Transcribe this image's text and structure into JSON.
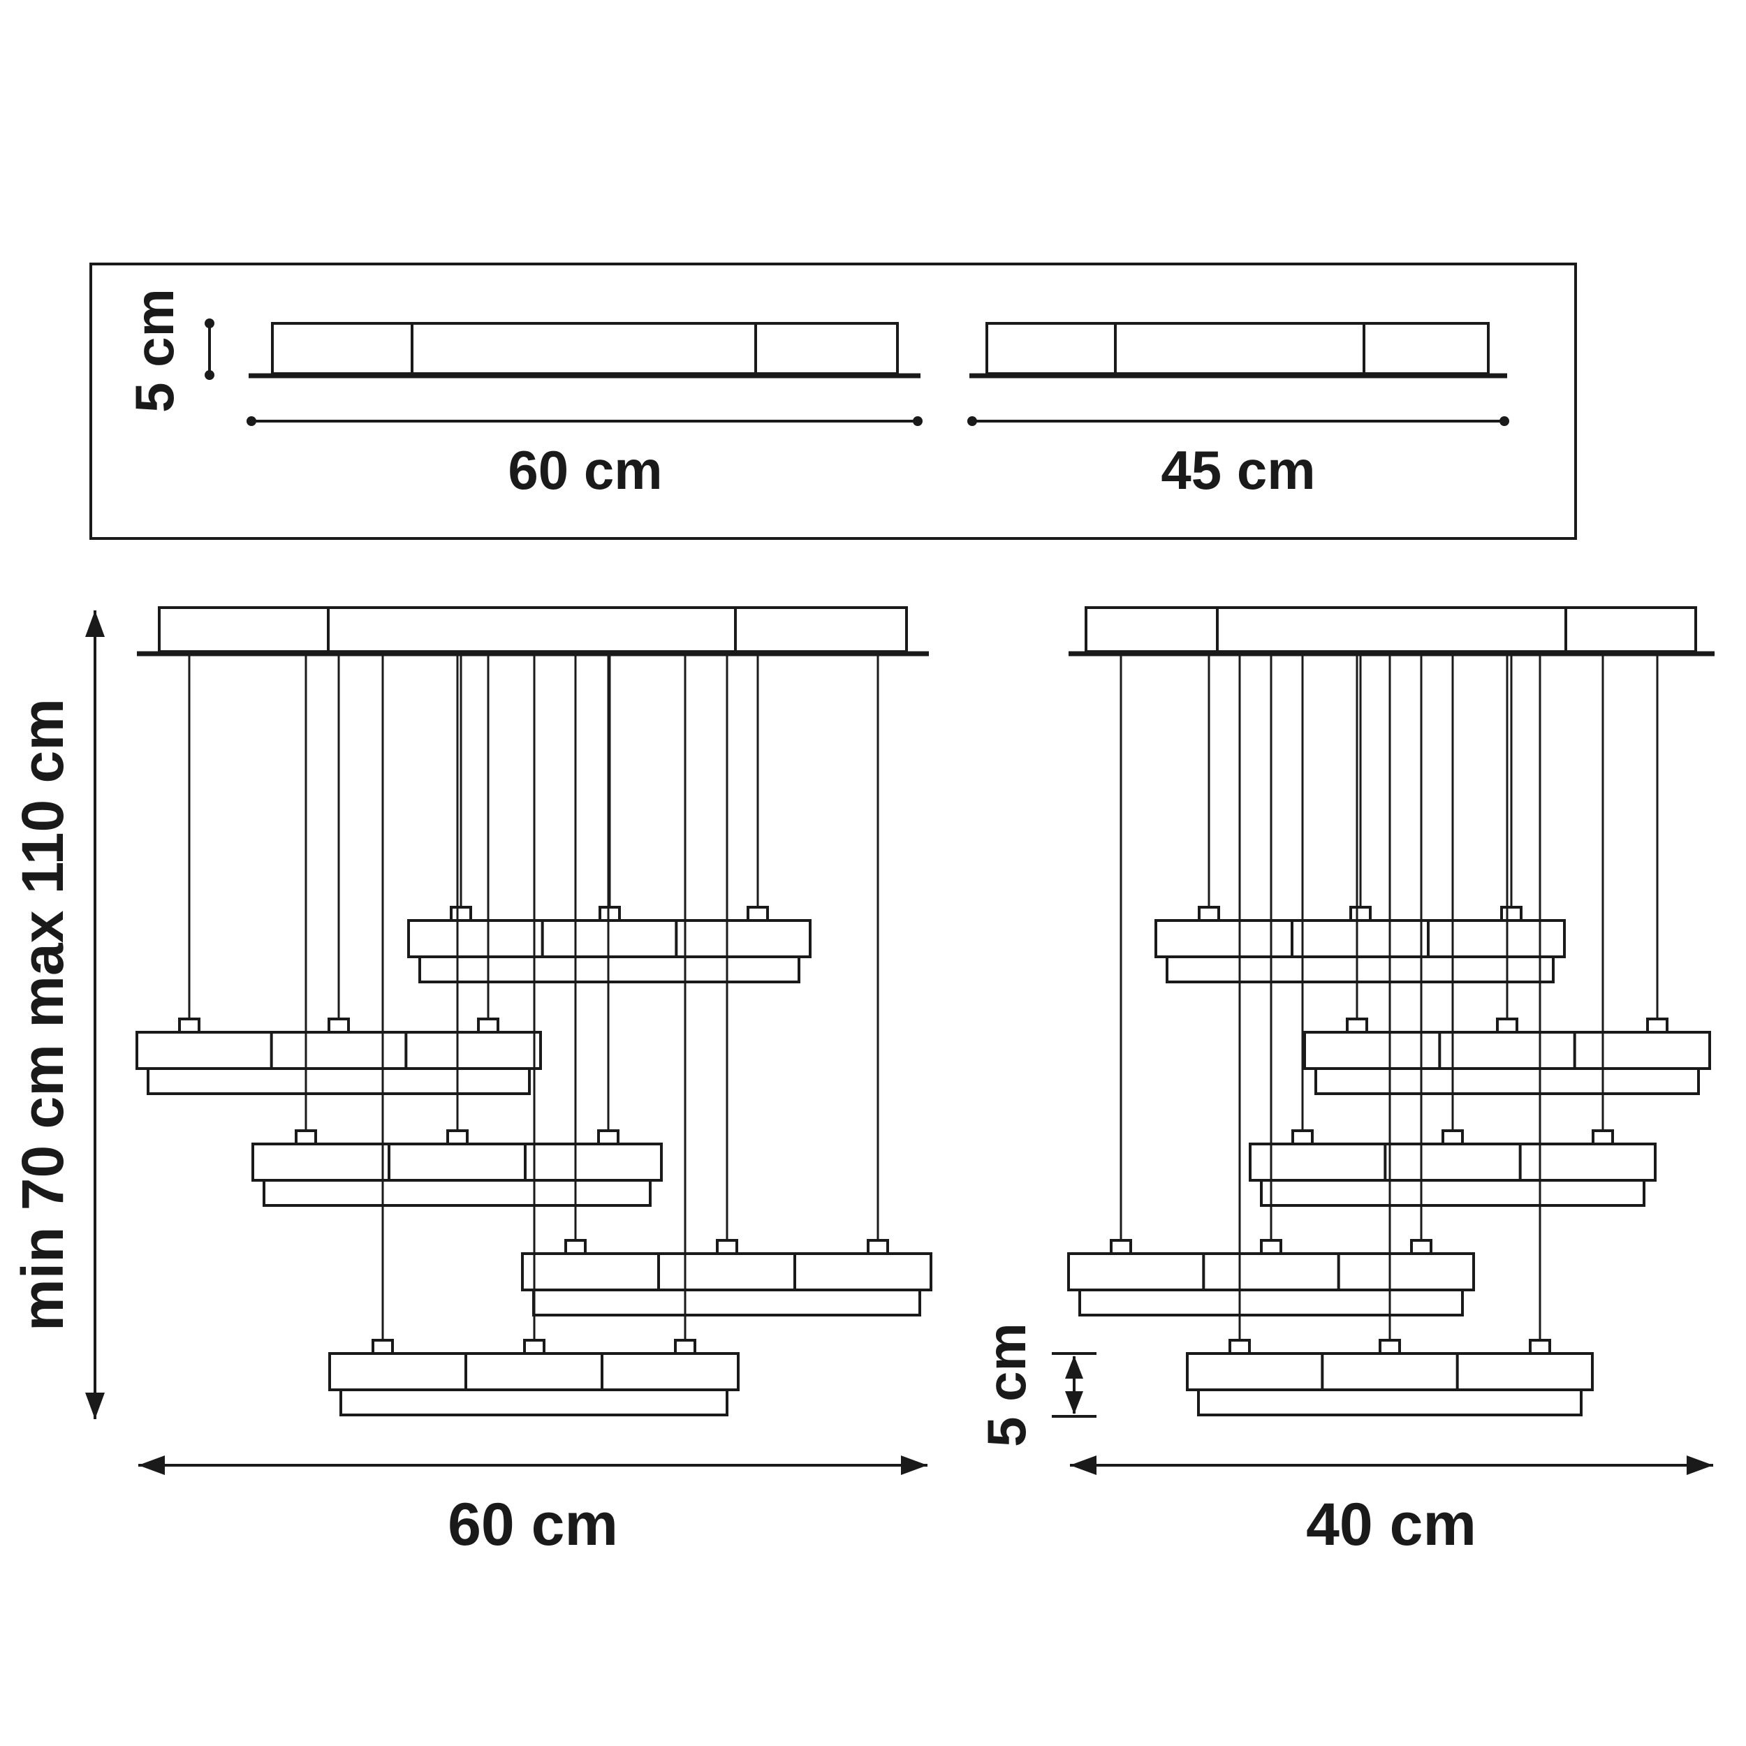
{
  "top_panel": {
    "height_label": "5 cm",
    "bar1_width_label": "60 cm",
    "bar2_width_label": "45 cm"
  },
  "left_fixture": {
    "height_label": "min 70 cm max 110 cm",
    "width_label": "60 cm"
  },
  "right_fixture": {
    "module_height_label": "5 cm",
    "width_label": "40 cm"
  },
  "colors": {
    "line": "#1a1a1a",
    "background": "#ffffff"
  }
}
